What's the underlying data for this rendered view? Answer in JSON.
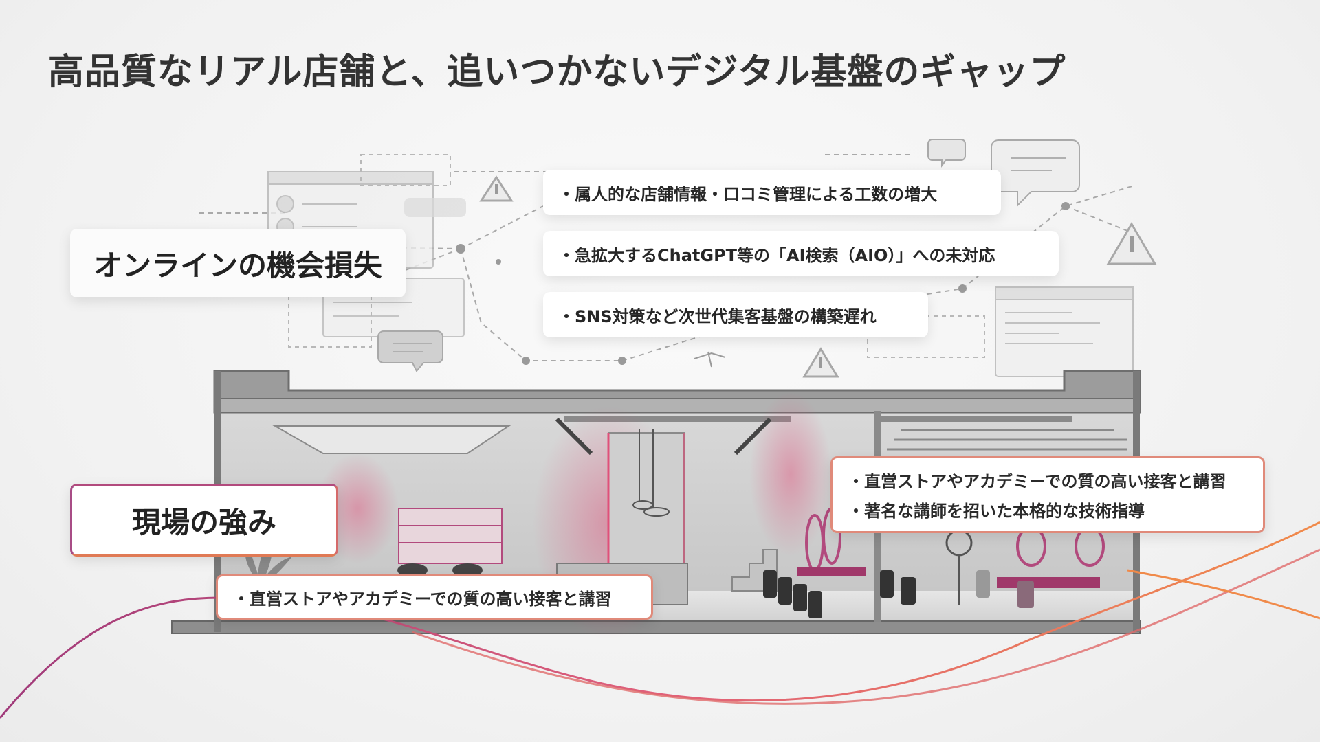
{
  "title": "高品質なリアル店舗と、追いつかないデジタル基盤のギャップ",
  "online": {
    "heading": "オンラインの機会損失",
    "issues": [
      "属人的な店舗情報・口コミ管理による工数の増大",
      "急拡大するChatGPT等の「AI検索（AIO）」への未対応",
      "SNS対策など次世代集客基盤の構築遅れ"
    ]
  },
  "field": {
    "heading": "現場の強み",
    "strengths": [
      "直営ストアやアカデミーでの質の高い接客と講習",
      "著名な講師を招いた本格的な技術指導"
    ],
    "bottom_callout": "直営ストアやアカデミーでの質の高い接客と講習"
  },
  "colors": {
    "accent_magenta": "#b24a7d",
    "accent_orange": "#ee8a4a",
    "neon_pink": "#e0507a"
  }
}
